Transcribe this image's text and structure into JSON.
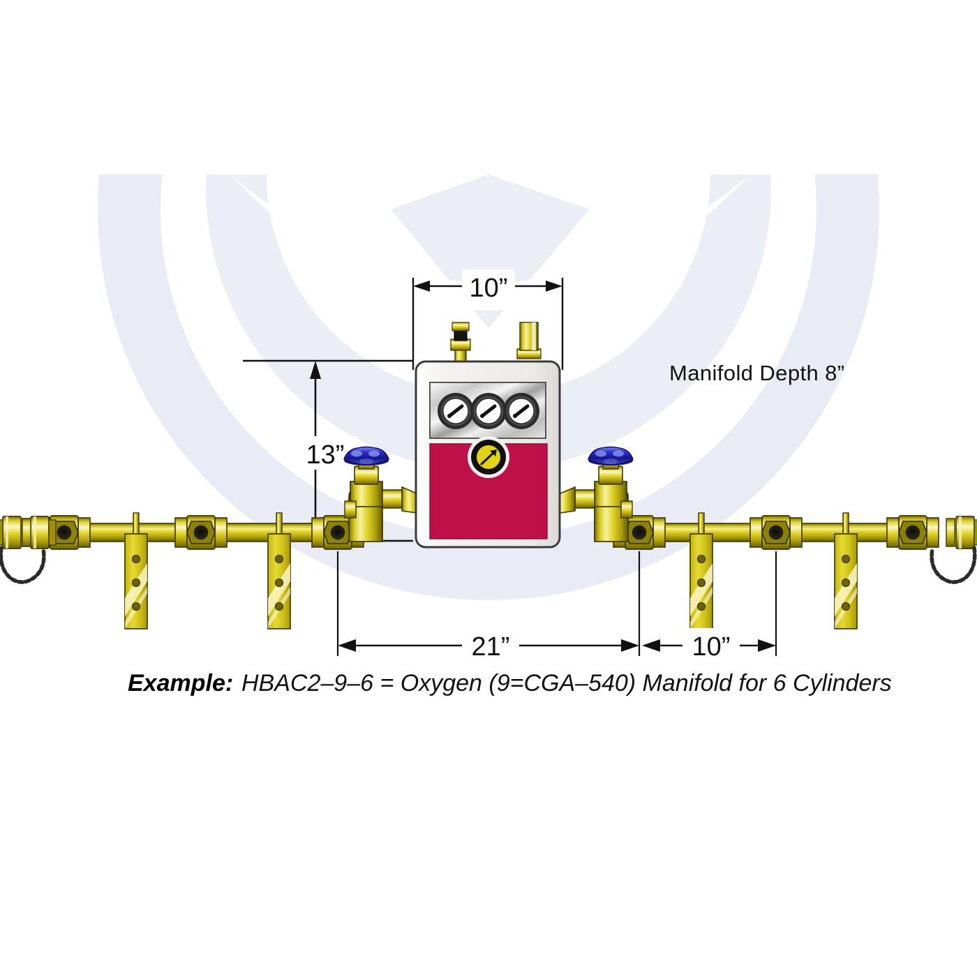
{
  "diagram": {
    "title_caption_bold": "Example:",
    "title_caption_rest": "HBAC2–9–6 = Oxygen (9=CGA–540) Manifold for 6 Cylinders",
    "depth_label": "Manifold Depth 8”",
    "dimensions": {
      "top_width": "10”",
      "cabinet_height": "13”",
      "center_span": "21”",
      "right_span": "10”"
    },
    "colors": {
      "brass_light": "#f2e96b",
      "brass_mid": "#d4c517",
      "brass_dark": "#8f8408",
      "brass_edge": "#4a4404",
      "panel_magenta": "#c0104a",
      "panel_body": "#f1f0ee",
      "panel_steel": "#d8d8d8",
      "handwheel_blue": "#2323c8",
      "watermark": "#e8eaf4",
      "line": "#1a1a1a",
      "knob_yellow": "#e3d317"
    },
    "panel": {
      "gauge_count": 3,
      "gauges": [
        {
          "name": "gauge-left"
        },
        {
          "name": "gauge-center"
        },
        {
          "name": "gauge-right"
        }
      ],
      "selector_knob": "arrow-knob",
      "top_fittings": [
        "relief-fitting",
        "outlet-fitting"
      ]
    },
    "manifold": {
      "cylinder_count": 6,
      "side_tee_count_per_side": 3,
      "bracket_count_per_side": 2,
      "bracket_holes": 3,
      "end_caps": [
        "chain-cap-left",
        "chain-cap-right"
      ],
      "handwheels": [
        "handwheel-left",
        "handwheel-right"
      ]
    }
  }
}
